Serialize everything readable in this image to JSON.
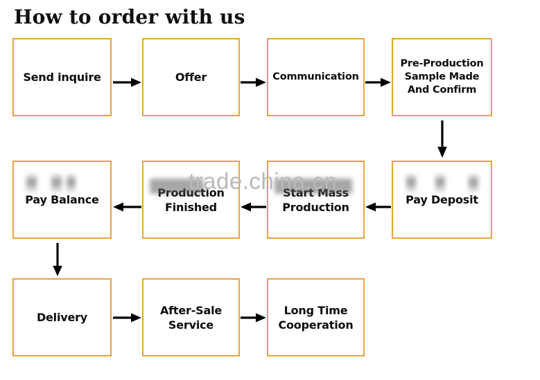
{
  "title": "How to order with us",
  "watermark": "trade.china.cn",
  "colors": {
    "box_border": "#e8a33c",
    "text": "#0d0d0d",
    "title": "#100f0d",
    "arrow": "#000000",
    "background": "#ffffff",
    "watermark": "#b9b9b9"
  },
  "flow": {
    "rows": [
      {
        "direction": "left-to-right",
        "nodes": [
          {
            "id": "send-inquire",
            "label": "Send inquire"
          },
          {
            "id": "offer",
            "label": "Offer"
          },
          {
            "id": "communication",
            "label": "Communication"
          },
          {
            "id": "pre-production",
            "label": "Pre-Production\nSample Made\nAnd Confirm"
          }
        ]
      },
      {
        "direction": "right-to-left",
        "nodes": [
          {
            "id": "pay-balance",
            "label": "Pay Balance"
          },
          {
            "id": "production-finished",
            "label": "Production\nFinished"
          },
          {
            "id": "start-mass-production",
            "label": "Start Mass\nProduction"
          },
          {
            "id": "pay-deposit",
            "label": "Pay Deposit"
          }
        ]
      },
      {
        "direction": "left-to-right",
        "nodes": [
          {
            "id": "delivery",
            "label": "Delivery"
          },
          {
            "id": "after-sale-service",
            "label": "After-Sale\nService"
          },
          {
            "id": "long-time-cooperation",
            "label": "Long Time\nCooperation"
          }
        ]
      }
    ],
    "connectors": [
      {
        "id": "r1-c1-c2",
        "type": "arrow-right"
      },
      {
        "id": "r1-c2-c3",
        "type": "arrow-right"
      },
      {
        "id": "r1-c3-c4",
        "type": "arrow-right"
      },
      {
        "id": "r1c4-r2c4",
        "type": "arrow-down"
      },
      {
        "id": "r2-c4-c3",
        "type": "arrow-left"
      },
      {
        "id": "r2-c3-c2",
        "type": "arrow-left"
      },
      {
        "id": "r2-c2-c1",
        "type": "arrow-left"
      },
      {
        "id": "r2c1-r3c1",
        "type": "arrow-down"
      },
      {
        "id": "r3-c1-c2",
        "type": "arrow-right"
      },
      {
        "id": "r3-c2-c3",
        "type": "arrow-right"
      }
    ]
  }
}
